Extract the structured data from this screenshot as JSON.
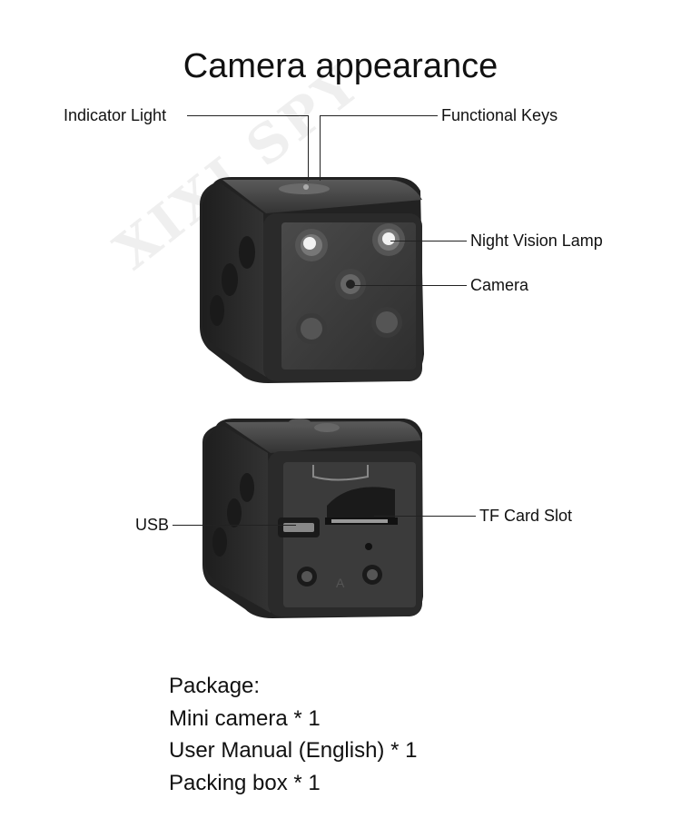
{
  "title": "Camera appearance",
  "watermark": "XIXI SPY",
  "labels": {
    "indicator_light": "Indicator Light",
    "functional_keys": "Functional Keys",
    "night_vision_lamp": "Night Vision Lamp",
    "camera": "Camera",
    "usb": "USB",
    "tf_card_slot": "TF Card Slot"
  },
  "package": {
    "heading": "Package:",
    "items": [
      "Mini camera * 1",
      "User Manual (English) * 1",
      "Packing box * 1"
    ]
  },
  "colors": {
    "cube_body": "#2b2b2b",
    "cube_face": "#3a3a3a",
    "lens_light": "#f2f2f2",
    "text": "#111111"
  }
}
